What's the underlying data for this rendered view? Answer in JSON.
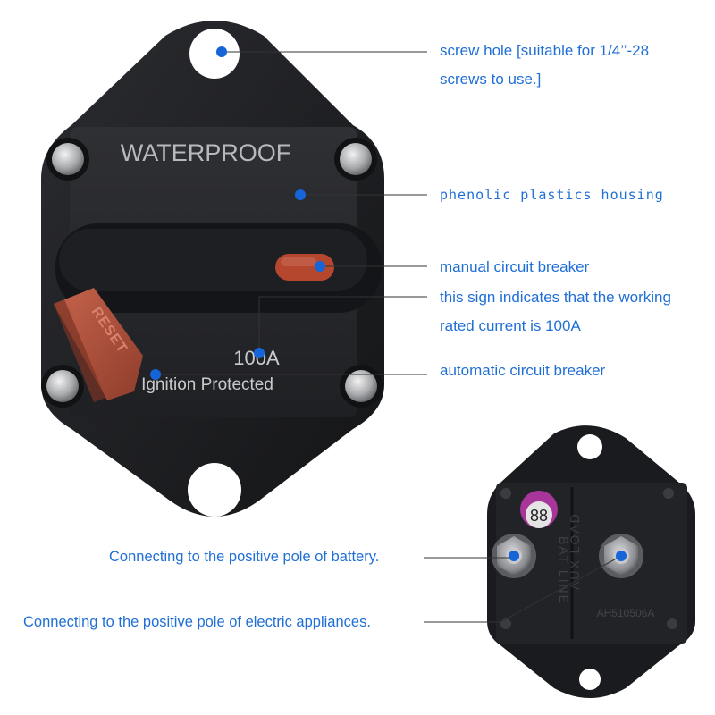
{
  "breaker_front": {
    "housing_text": "WATERPROOF",
    "rating_text": "100A",
    "ignition_text": "Ignition Protected",
    "reset_text": "RESET"
  },
  "breaker_back": {
    "badge_text": "88",
    "model_text": "AH510506A",
    "terminal_left_text": "BAT LINE",
    "terminal_right_text": "AUX LOAD"
  },
  "callouts": {
    "screw_hole_line1": "screw hole [suitable for 1/4’’-28",
    "screw_hole_line2": "screws to use.]",
    "housing": "phenolic plastics housing",
    "manual_breaker": "manual circuit breaker",
    "rated_current_line1": "this sign indicates that the working",
    "rated_current_line2": "rated current is 100A",
    "automatic_breaker": "automatic circuit breaker",
    "battery_positive": "Connecting to the positive pole of battery.",
    "appliance_positive": "Connecting to the positive pole of electric appliances."
  },
  "colors": {
    "callout_text": "#1f6fd6",
    "marker_dot": "#1565d8",
    "leader_line": "#333333",
    "housing": "#1c1d20",
    "reset_lever": "#b3503c",
    "manual_button": "#b5472f",
    "badge": "#a8359a"
  }
}
